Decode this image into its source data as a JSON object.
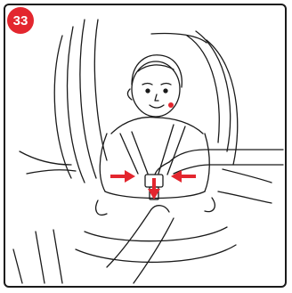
{
  "step": {
    "number": "33"
  },
  "colors": {
    "badge": "#e3262e",
    "arrow": "#e3262e",
    "line": "#1a1a1a",
    "frame": "#1a1a1a"
  },
  "illustration": {
    "subject": "child-in-car-seat-buckle-adjustment",
    "arrows": [
      "left-arrow-inward",
      "right-arrow-inward",
      "down-arrow"
    ]
  }
}
